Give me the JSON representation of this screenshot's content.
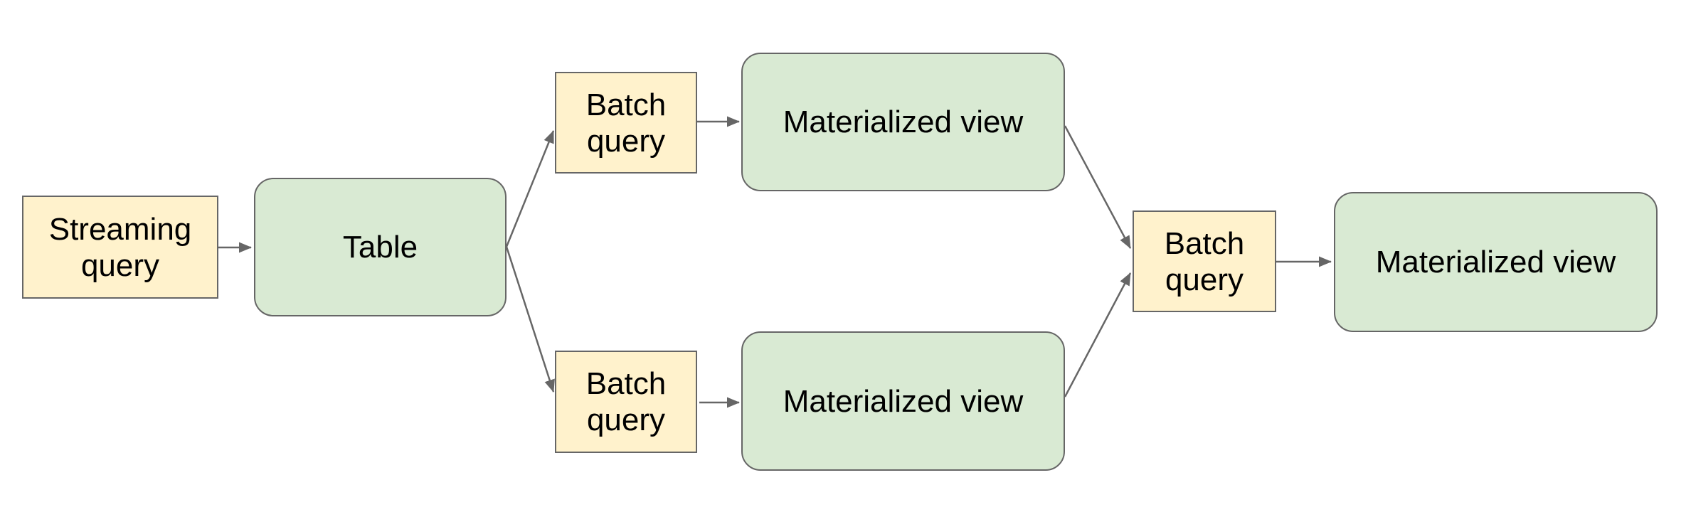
{
  "diagram": {
    "title": "",
    "colors": {
      "background": "#ffffff",
      "query_box_fill": "#fff2cc",
      "view_box_fill": "#d9ead3",
      "border_stroke": "#666666",
      "arrow_stroke": "#666666",
      "text": "#000000"
    },
    "nodes": [
      {
        "id": "streaming-query",
        "label": "Streaming\nquery",
        "shape": "rectangle"
      },
      {
        "id": "table",
        "label": "Table",
        "shape": "rounded-rectangle"
      },
      {
        "id": "batch-query-top",
        "label": "Batch\nquery",
        "shape": "rectangle"
      },
      {
        "id": "materialized-view-top",
        "label": "Materialized view",
        "shape": "rounded-rectangle"
      },
      {
        "id": "batch-query-bottom",
        "label": "Batch\nquery",
        "shape": "rectangle"
      },
      {
        "id": "materialized-view-bottom",
        "label": "Materialized view",
        "shape": "rounded-rectangle"
      },
      {
        "id": "batch-query-merge",
        "label": "Batch\nquery",
        "shape": "rectangle"
      },
      {
        "id": "materialized-view-final",
        "label": "Materialized view",
        "shape": "rounded-rectangle"
      }
    ],
    "edges": [
      {
        "from": "streaming-query",
        "to": "table"
      },
      {
        "from": "table",
        "to": "batch-query-top"
      },
      {
        "from": "table",
        "to": "batch-query-bottom"
      },
      {
        "from": "batch-query-top",
        "to": "materialized-view-top"
      },
      {
        "from": "batch-query-bottom",
        "to": "materialized-view-bottom"
      },
      {
        "from": "materialized-view-top",
        "to": "batch-query-merge"
      },
      {
        "from": "materialized-view-bottom",
        "to": "batch-query-merge"
      },
      {
        "from": "batch-query-merge",
        "to": "materialized-view-final"
      }
    ]
  }
}
